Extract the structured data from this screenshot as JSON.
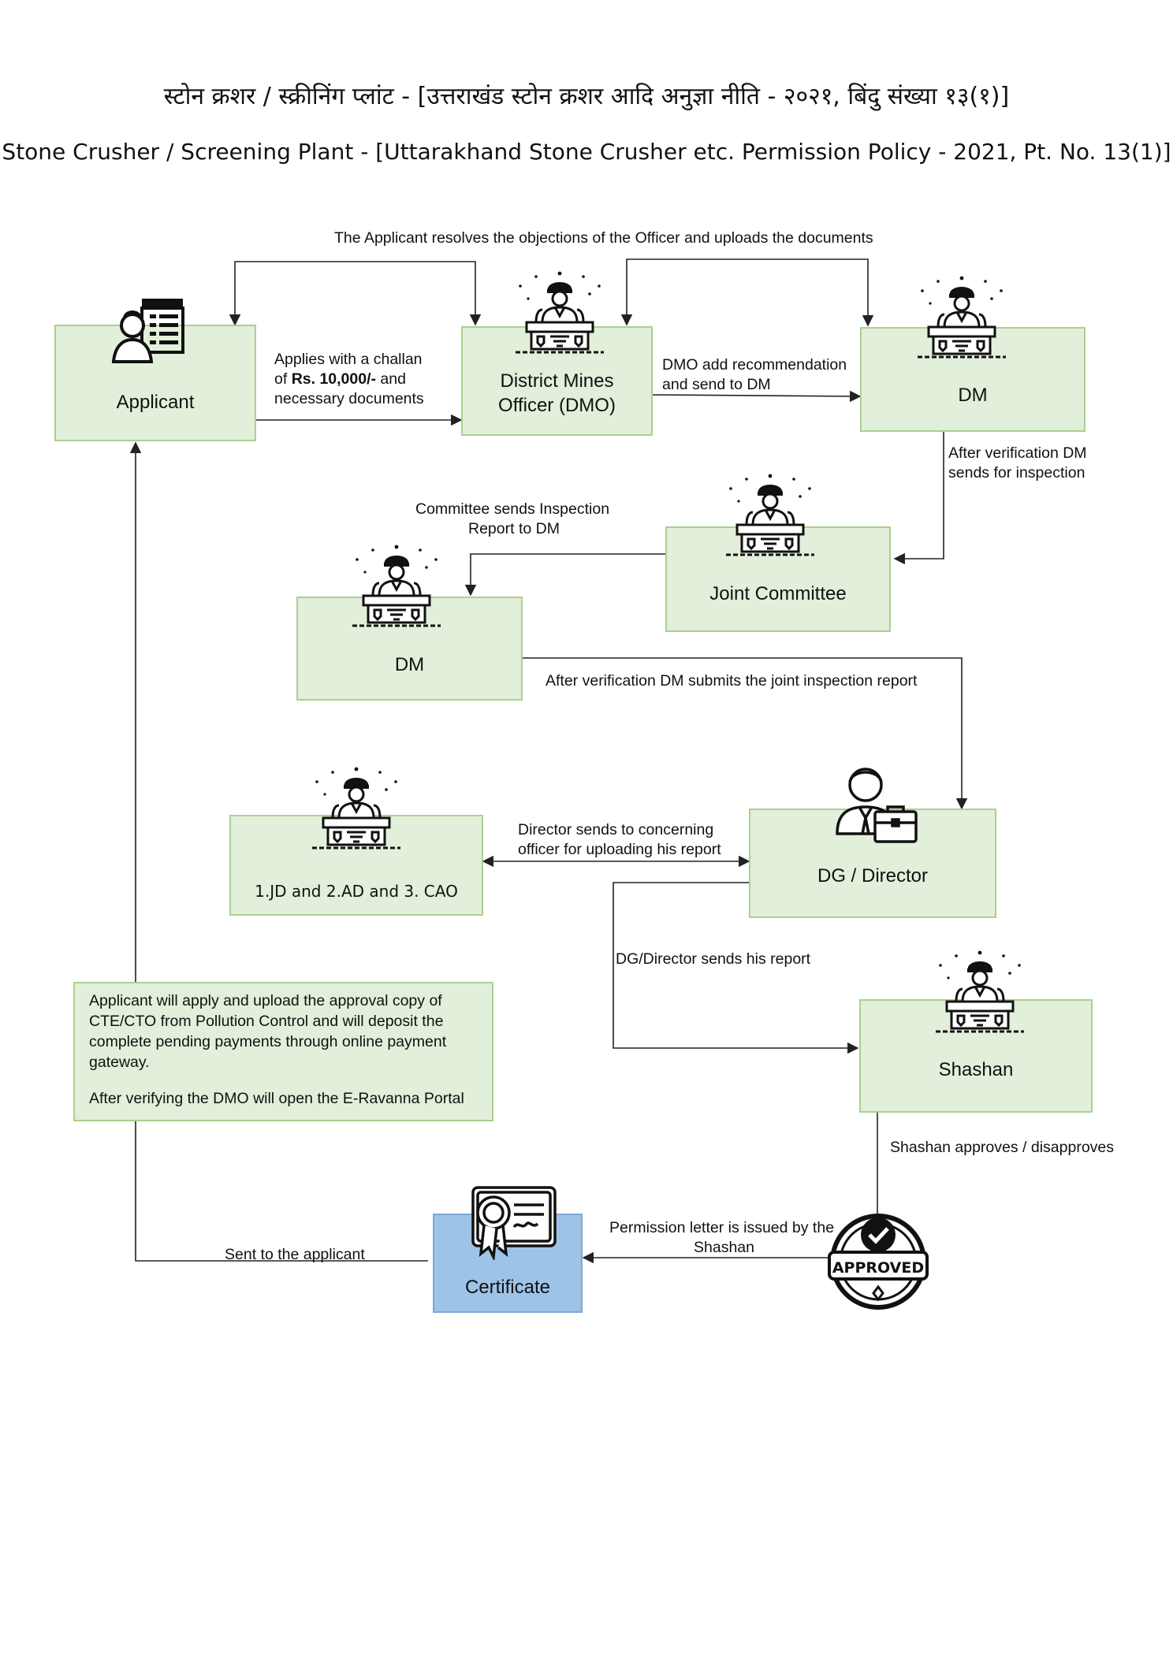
{
  "title_hi": "स्टोन क्रशर / स्क्रीनिंग प्लांट - [उत्तराखंड स्टोन क्रशर आदि अनुज्ञा नीति - २०२१, बिंदु संख्या १३(१)]",
  "title_en": "Stone Crusher / Screening Plant - [Uttarakhand Stone Crusher etc. Permission Policy - 2021, Pt. No. 13(1)]",
  "nodes": {
    "applicant": "Applicant",
    "dmo_line1": "District Mines",
    "dmo_line2": "Officer (DMO)",
    "dm_top": "DM",
    "joint_committee": "Joint Committee",
    "dm_mid": "DM",
    "officers": "1.JD and 2.AD and 3. CAO",
    "dg_director": "DG / Director",
    "shashan": "Shashan",
    "certificate": "Certificate",
    "approved_stamp": "APPROVED"
  },
  "edges": {
    "objections": "The Applicant resolves the objections of the Officer and uploads the documents",
    "applies_1": "Applies with a challan",
    "applies_2_prefix": "of ",
    "applies_2_bold": "Rs. 10,000/-",
    "applies_2_suffix": " and",
    "applies_3": "necessary documents",
    "dmo_dm_1": "DMO add recommendation",
    "dmo_dm_2": "and send to DM",
    "dm_verify_1": "After verification DM",
    "dm_verify_2": "sends for inspection",
    "committee_1": "Committee sends Inspection",
    "committee_2": "Report to DM",
    "dm_submit": "After verification DM submits the joint inspection report",
    "director_1": "Director sends to concerning",
    "director_2": "officer for uploading his report",
    "dg_report": "DG/Director sends his report",
    "shashan_decision": "Shashan approves / disapproves",
    "permission_1": "Permission letter is issued by the",
    "permission_2": "Shashan",
    "sent": "Sent to the applicant"
  },
  "note": {
    "para1": "Applicant will apply and upload the approval copy of CTE/CTO from Pollution Control and will deposit the complete pending payments through online payment gateway.",
    "para2": "After verifying the DMO will open the E-Ravanna Portal"
  },
  "colors": {
    "box_fill": "#e2efda",
    "box_border": "#a9d18e",
    "cert_fill": "#9dc3e6",
    "cert_border": "#7fa7d6",
    "line": "#222222"
  }
}
